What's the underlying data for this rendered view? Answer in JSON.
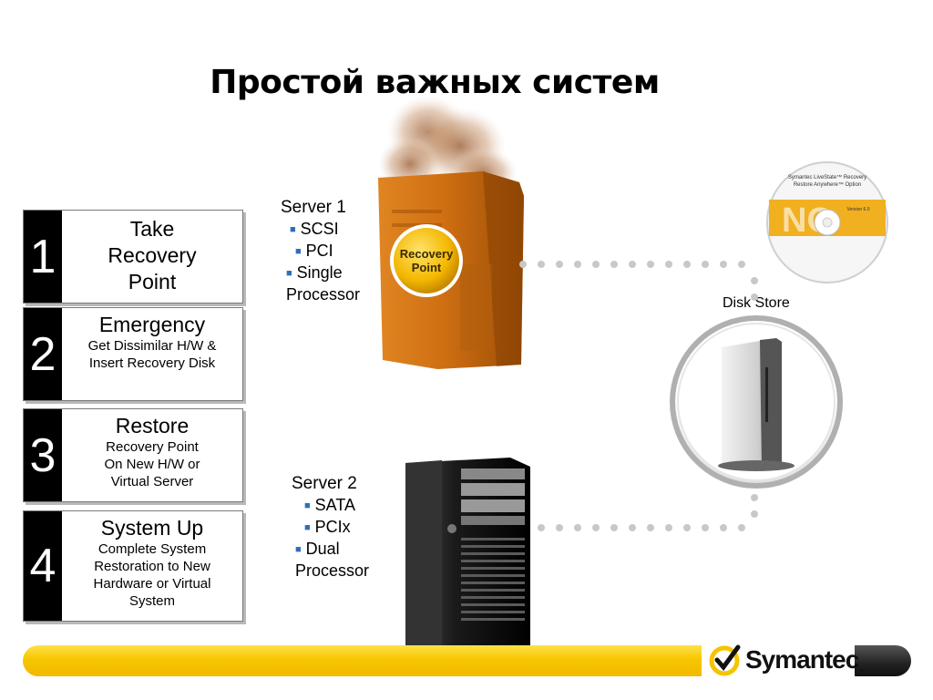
{
  "title": "Простой важных систем",
  "steps": [
    {
      "num": "1",
      "title": "Take\nRecovery\nPoint",
      "desc": ""
    },
    {
      "num": "2",
      "title": "Emergency",
      "desc": "Get Dissimilar H/W  &\nInsert Recovery Disk"
    },
    {
      "num": "3",
      "title": "Restore",
      "desc": "Recovery Point\nOn New H/W or\nVirtual Server"
    },
    {
      "num": "4",
      "title": "System Up",
      "desc": "Complete System\nRestoration to New\nHardware or Virtual\nSystem"
    }
  ],
  "server1": {
    "name": "Server 1",
    "specs": [
      "SCSI",
      "PCI",
      "Single\nProcessor"
    ],
    "badge_line1": "Recovery",
    "badge_line2": "Point"
  },
  "server2": {
    "name": "Server 2",
    "specs": [
      "SATA",
      "PCIx",
      "Dual\nProcessor"
    ]
  },
  "disk_store_label": "Disk Store",
  "cd_label": {
    "line1": "Symantec LiveState™ Recovery",
    "line2": "Restore Anywhere™ Option",
    "version": "Version 6.0"
  },
  "brand": {
    "name": "Symantec",
    "tm": "™",
    "check_color": "#f5c400"
  },
  "colors": {
    "accent": "#f5c400",
    "server1": "#c86a10",
    "bullet": "#2e6fb7"
  }
}
